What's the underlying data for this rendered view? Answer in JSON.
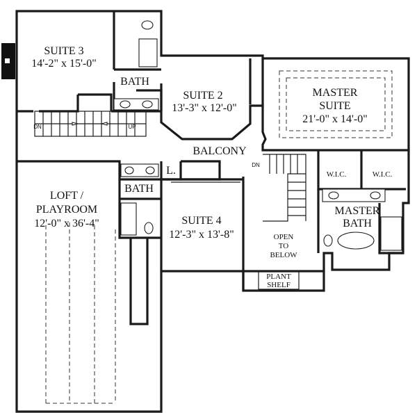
{
  "rooms": {
    "suite3": {
      "name": "SUITE 3",
      "dims": "14'-2\" x 15'-0\""
    },
    "suite2": {
      "name": "SUITE 2",
      "dims": "13'-3\" x 12'-0\""
    },
    "master_suite": {
      "name_line1": "MASTER",
      "name_line2": "SUITE",
      "dims": "21'-0\" x 14'-0\""
    },
    "loft": {
      "name_line1": "LOFT /",
      "name_line2": "PLAYROOM",
      "dims": "12'-0\" x 36'-4\""
    },
    "suite4": {
      "name": "SUITE 4",
      "dims": "12'-3\" x 13'-8\""
    },
    "bath_upper": "BATH",
    "bath_middle": "BATH",
    "balcony": "BALCONY",
    "linen": "L.",
    "wic_left": "W.I.C.",
    "wic_right": "W.I.C.",
    "master_bath_line1": "MASTER",
    "master_bath_line2": "BATH",
    "open_to_below_line1": "OPEN",
    "open_to_below_line2": "TO",
    "open_to_below_line3": "BELOW",
    "plant_shelf_line1": "PLANT",
    "plant_shelf_line2": "SHELF"
  },
  "stairs": {
    "dn_left": "DN",
    "up": "UP",
    "dn_right": "DN"
  }
}
